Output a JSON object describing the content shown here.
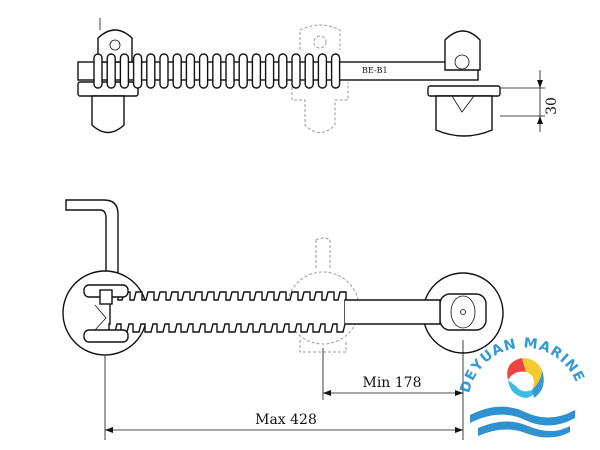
{
  "labels": {
    "part_code": "BE-B1",
    "dim_height": "30",
    "dim_min": "Min 178",
    "dim_max": "Max 428"
  },
  "brand": {
    "name": "DEYUAN MARINE",
    "colors": {
      "blue": "#1f8fd1",
      "red": "#e8322b",
      "yellow": "#f5c518",
      "cyan": "#27b6e6",
      "wave": "#1a86cc"
    }
  },
  "chart_data": {
    "type": "diagram",
    "dimensions": [
      {
        "label": "30"
      },
      {
        "label": "Min 178"
      },
      {
        "label": "Max 428"
      }
    ]
  }
}
